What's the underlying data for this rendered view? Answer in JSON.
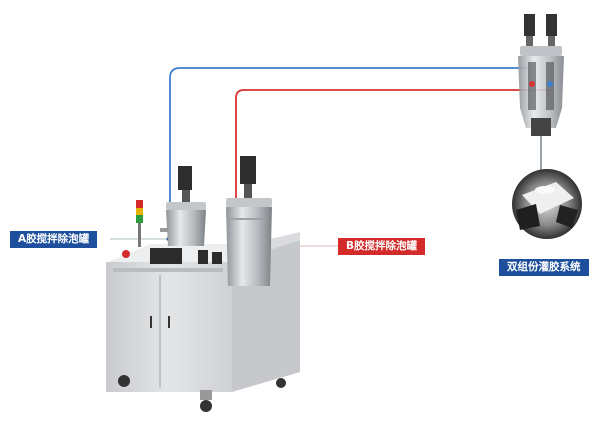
{
  "labels": {
    "tank_a": "A胶搅拌除泡罐",
    "tank_b": "B胶搅拌除泡罐",
    "system": "双组份灌胶系统"
  },
  "colors": {
    "tag_blue": "#1d4f9c",
    "tag_red": "#d32a2a",
    "pipe_blue": "#3f7fcc",
    "pipe_red": "#d93232",
    "cabinet": "#dadcdf",
    "steel": "#b9bdc1",
    "dark": "#2b2b2b"
  },
  "icons": [
    "signal-tower-icon",
    "emergency-stop-icon",
    "control-screen-icon"
  ]
}
